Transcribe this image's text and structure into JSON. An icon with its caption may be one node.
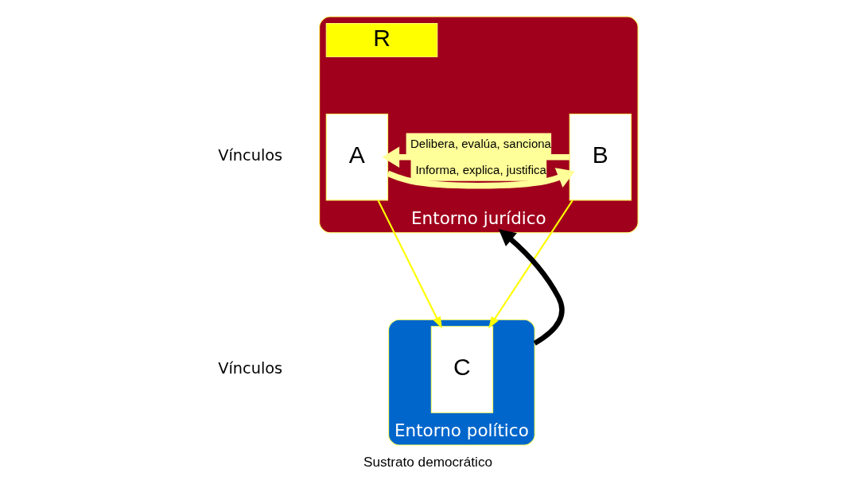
{
  "diagram": {
    "caption": "Sustrato democrático",
    "nodes": [
      {
        "text": [
          "Entorno jurídico"
        ]
      },
      {
        "text": [
          "A"
        ],
        "in": 0
      },
      {
        "text": [
          "R"
        ],
        "in": 0
      },
      {
        "text": [
          "B"
        ],
        "in": 0
      },
      {
        "text": [
          "Entorno político"
        ]
      },
      {
        "text": [
          "C"
        ],
        "in": 4
      }
    ],
    "edges": [
      {
        "from": 1,
        "to": 3,
        "label": "Informa, explica, justifica",
        "arrow": "to",
        "color": "#ffff99"
      },
      {
        "from": 3,
        "to": 1,
        "label": "Delibera, evalúa, sanciona",
        "arrow": "to",
        "color": "#ffff99"
      },
      {
        "from": 1,
        "to": 5,
        "arrow": "to",
        "color": "#ffff00"
      },
      {
        "from": 3,
        "to": 5,
        "arrow": "to",
        "color": "#ffff00"
      },
      {
        "from": 4,
        "to": 0,
        "arrow": "to",
        "color": "#000000"
      }
    ],
    "labels": [
      "Vínculos",
      "Vínculos"
    ]
  }
}
